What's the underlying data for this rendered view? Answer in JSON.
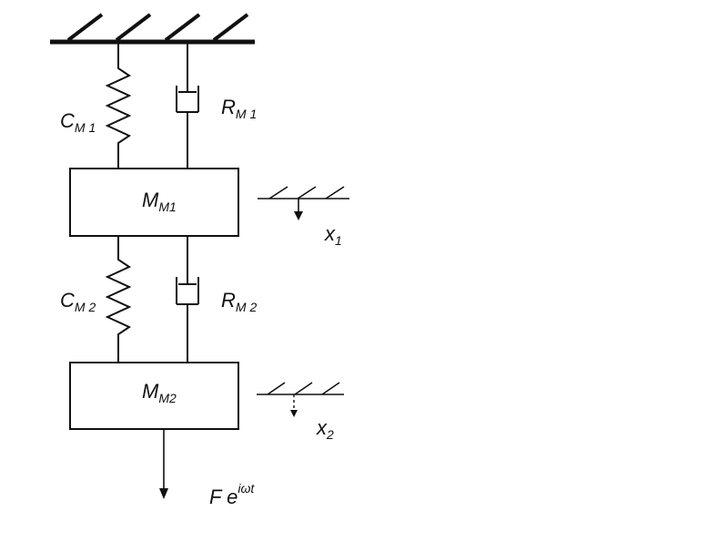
{
  "labels": {
    "c_m1": {
      "main": "C",
      "sub": "M 1"
    },
    "r_m1": {
      "main": "R",
      "sub": "M 1"
    },
    "mass1": {
      "main": "M",
      "sub": "M1"
    },
    "x1": {
      "main": "x",
      "sub": "1"
    },
    "c_m2": {
      "main": "C",
      "sub": "M 2"
    },
    "r_m2": {
      "main": "R",
      "sub": "M 2"
    },
    "mass2": {
      "main": "M",
      "sub": "M2"
    },
    "x2": {
      "main": "x",
      "sub": "2"
    },
    "force": {
      "main": "F e",
      "sup": "iωt"
    }
  }
}
